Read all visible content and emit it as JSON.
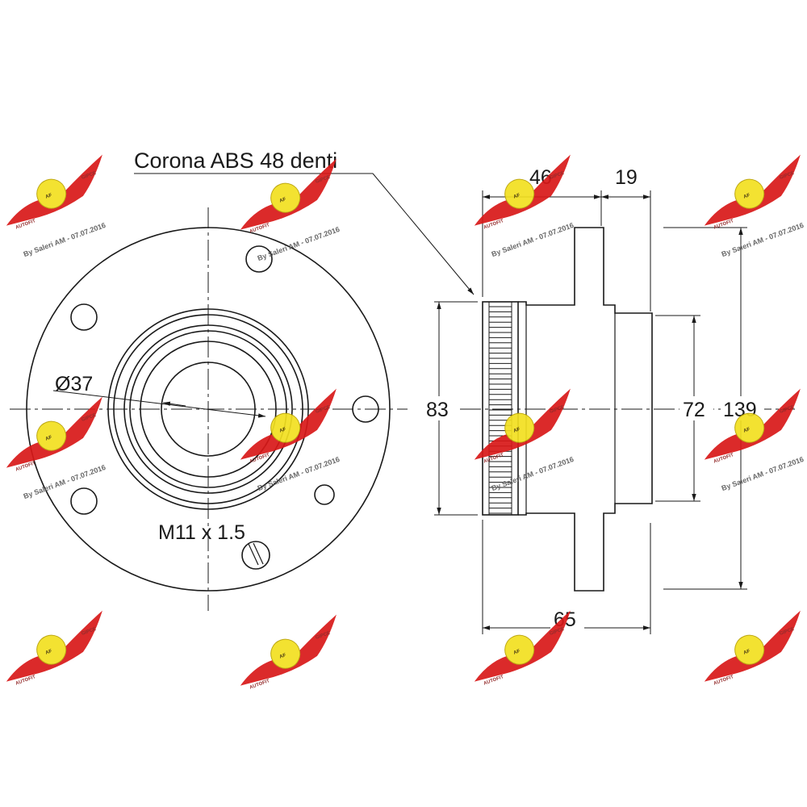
{
  "drawing": {
    "abs_label": "Corona ABS 48 denti",
    "dim_bore": "Ø37",
    "thread_label": "M11 x 1.5",
    "dim_46": "46",
    "dim_19": "19",
    "dim_83": "83",
    "dim_72": "72",
    "dim_139": "139",
    "dim_65": "65"
  },
  "watermark": {
    "text": "By Saleri AM - 07.07.2016",
    "brand": "AUTOFIT",
    "brand_right": "GIPCE",
    "logo_glyph": "AF",
    "colors": {
      "ribbon": "#d81818",
      "badge": "#f2e020",
      "text": "#5a5a5a"
    }
  },
  "colors": {
    "line": "#1a1a1a",
    "background": "#ffffff"
  }
}
